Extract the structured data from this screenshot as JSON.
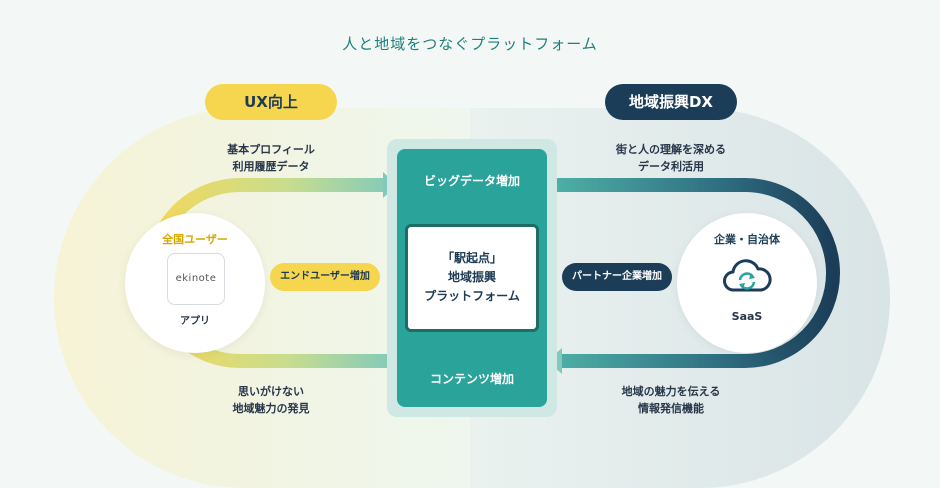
{
  "title": "人と地域をつなぐプラットフォーム",
  "left_pill": "UX向上",
  "right_pill": "地域振興DX",
  "top_left_caption": [
    "基本プロフィール",
    "利用履歴データ"
  ],
  "top_right_caption": [
    "街と人の理解を深める",
    "データ利活用"
  ],
  "bottom_left_caption": [
    "思いがけない",
    "地域魅力の発見"
  ],
  "bottom_right_caption": [
    "地域の魅力を伝える",
    "情報発信機能"
  ],
  "left_node": {
    "label": "全国ユーザー",
    "app_logo": "ekinote",
    "app_caption": "アプリ"
  },
  "right_node": {
    "label": "企業・自治体",
    "icon": "cloud-sync-icon",
    "caption": "SaaS"
  },
  "left_tag": "エンドユーザー増加",
  "right_tag": "パートナー企業増加",
  "center": {
    "top": "ビッグデータ増加",
    "bottom": "コンテンツ増加",
    "box_lines": [
      "「駅起点」",
      "地域振興",
      "プラットフォーム"
    ]
  },
  "colors": {
    "title": "#1f7f7c",
    "ux_yellow": "#f6d64e",
    "dx_navy": "#1c3d58",
    "center_teal": "#2aa39a",
    "arrow_teal": "#7fc9bd"
  }
}
